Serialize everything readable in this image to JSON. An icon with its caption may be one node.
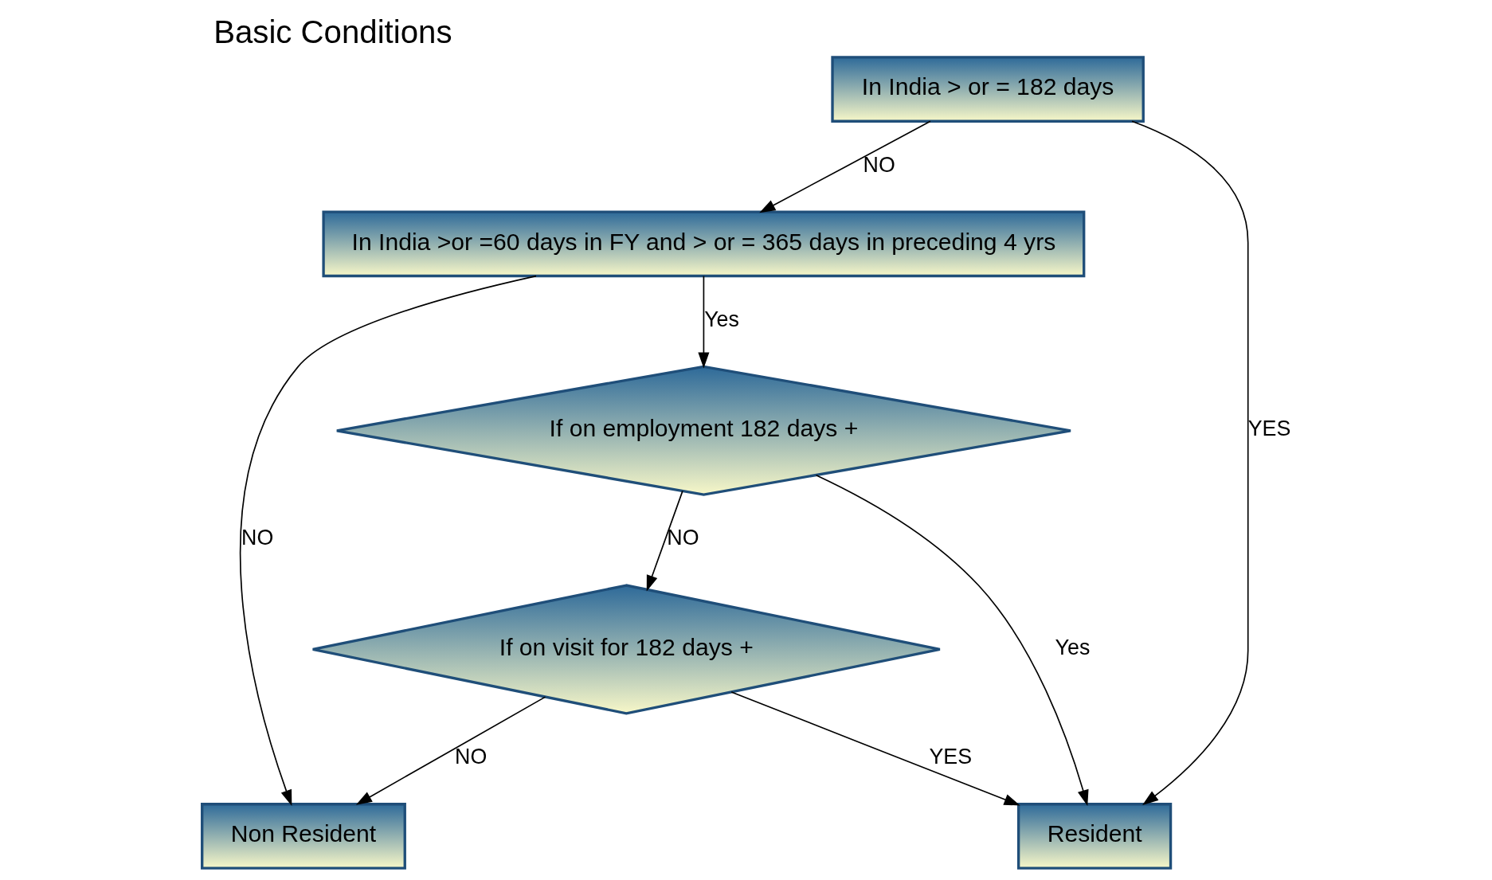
{
  "diagram": {
    "title": "Basic Conditions",
    "nodes": [
      {
        "text": [
          "In India > or = 182 days"
        ]
      },
      {
        "text": [
          "In India >or =60 days in FY and > or = 365 days in preceding 4 yrs"
        ]
      },
      {
        "text": [
          "If on employment 182 days +"
        ]
      },
      {
        "text": [
          "If on visit for 182 days +"
        ]
      },
      {
        "text": [
          "Resident"
        ]
      },
      {
        "text": [
          "Non Resident"
        ]
      }
    ],
    "edges": [
      {
        "from": 0,
        "to": 4,
        "arrow": "to",
        "label": "YES"
      },
      {
        "from": 0,
        "to": 1,
        "arrow": "to",
        "label": "NO"
      },
      {
        "from": 1,
        "to": 5,
        "arrow": "to",
        "label": "NO"
      },
      {
        "from": 1,
        "to": 2,
        "arrow": "to",
        "label": "Yes"
      },
      {
        "from": 2,
        "to": 4,
        "arrow": "to",
        "label": "Yes"
      },
      {
        "from": 2,
        "to": 3,
        "arrow": "to",
        "label": "NO"
      },
      {
        "from": 3,
        "to": 5,
        "arrow": "to",
        "label": "NO"
      },
      {
        "from": 3,
        "to": 4,
        "arrow": "to",
        "label": "YES"
      }
    ]
  }
}
